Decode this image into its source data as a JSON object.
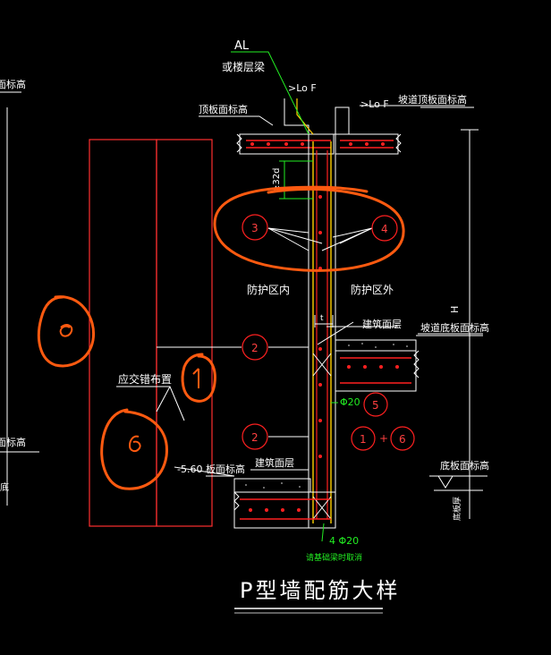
{
  "title": "P型墙配筋大样",
  "labels": {
    "al": "AL",
    "al_note": "或楼层梁",
    "lof_left": ">Lo F",
    "lof_right": ">Lo F",
    "top_slab": "顶板面标高",
    "passage_top": "坡道顶板面标高",
    "len_32d": "≥32d",
    "inside_zone": "防护区内",
    "outside_zone": "防护区外",
    "finish_floor_upper": "建筑面层",
    "passage_bottom": "坡道底板面标高",
    "stagger_note": "应交错布置",
    "rebar_20": "Φ20",
    "slab_elev": "-5.60 板面标高",
    "finish_floor_lower": "建筑面层",
    "bottom_slab": "底板面标高",
    "bot_rebar": "4 Φ20",
    "bot_note": "请基础梁时取消",
    "dim_h": "H",
    "dim_slab": "底板厚",
    "dim_t": "t",
    "left_top": "面标高",
    "left_bottom": "面标高",
    "left_tiny": "底"
  },
  "markers": {
    "m3": "3",
    "m4": "4",
    "m2a": "2",
    "m2b": "2",
    "m5": "5",
    "m1": "1",
    "m6": "6",
    "plus": "+"
  },
  "colors": {
    "background": "#000000",
    "line": "#ffffff",
    "rebar": "#ff2020",
    "concrete": "#ffd000",
    "leader_green": "#22ee22",
    "sketch_orange": "#ff5a10",
    "wall_outline": "#ff3030",
    "text": "#ffffff"
  }
}
